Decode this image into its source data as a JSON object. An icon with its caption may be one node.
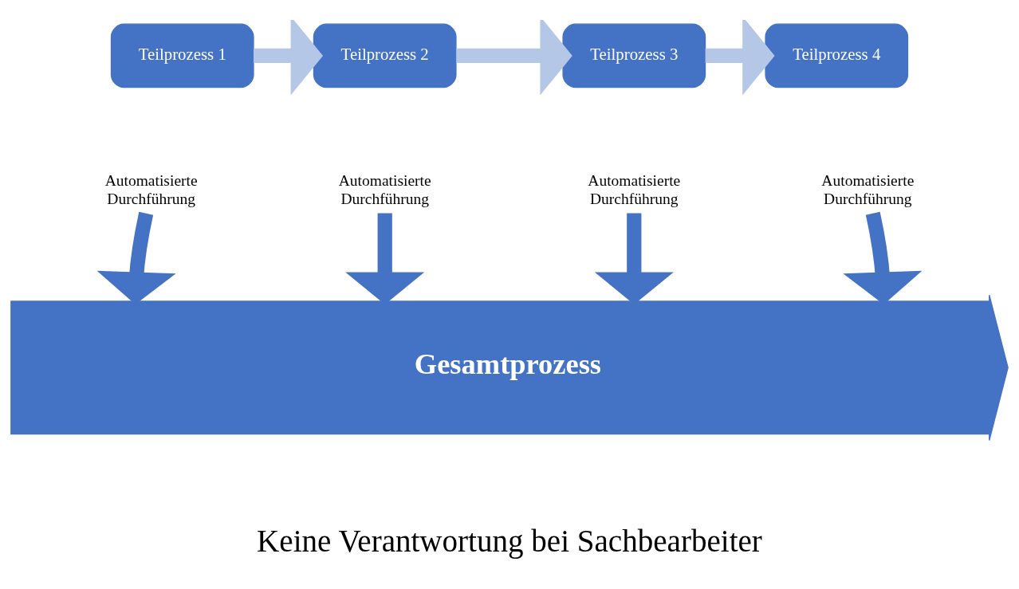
{
  "diagram": {
    "nodes": [
      {
        "text": [
          "Teilprozess 1"
        ]
      },
      {
        "text": [
          "Teilprozess 2"
        ]
      },
      {
        "text": [
          "Teilprozess 3"
        ]
      },
      {
        "text": [
          "Teilprozess 4"
        ]
      },
      {
        "text": [
          "Automatisierte Durchführung"
        ]
      },
      {
        "text": [
          "Automatisierte Durchführung"
        ]
      },
      {
        "text": [
          "Automatisierte Durchführung"
        ]
      },
      {
        "text": [
          "Automatisierte Durchführung"
        ]
      },
      {
        "text": [
          "Gesamtprozess"
        ]
      }
    ],
    "edges": [
      {
        "from": 0,
        "to": 1,
        "arrow": "to",
        "color": "#b4c7e7"
      },
      {
        "from": 1,
        "to": 2,
        "arrow": "to",
        "color": "#b4c7e7"
      },
      {
        "from": 2,
        "to": 3,
        "arrow": "to",
        "color": "#b4c7e7"
      },
      {
        "from": 4,
        "to": 8,
        "arrow": "to"
      },
      {
        "from": 5,
        "to": 8,
        "arrow": "to"
      },
      {
        "from": 6,
        "to": 8,
        "arrow": "to"
      },
      {
        "from": 7,
        "to": 8,
        "arrow": "to"
      }
    ],
    "labels": [
      "Keine Verantwortung bei Sachbearbeiter"
    ]
  }
}
